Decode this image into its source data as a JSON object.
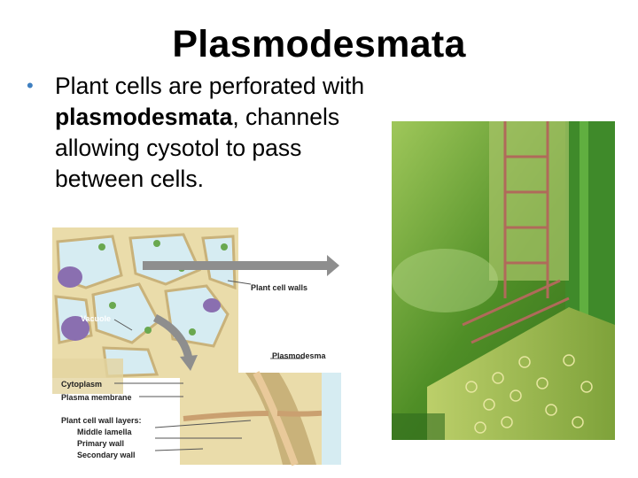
{
  "slide": {
    "title": "Plasmodesmata",
    "bullet": {
      "part1": "Plant cells are perforated with ",
      "bold": "plasmodesmata",
      "part2": ", channels allowing cysotol to pass between cells."
    }
  },
  "diagram": {
    "labels": {
      "cell_walls": "Plant cell walls",
      "vacuole": "Vacuole",
      "plasmodesma": "Plasmodesma",
      "cytoplasm": "Cytoplasm",
      "plasma_membrane": "Plasma membrane",
      "wall_layers": "Plant cell wall layers:",
      "middle_lamella": "Middle lamella",
      "primary_wall": "Primary wall",
      "secondary_wall": "Secondary wall"
    }
  },
  "colors": {
    "bullet": "#3f7fc0",
    "cell_wall": "#eadcaa",
    "cytoplasm": "#d6ecf2",
    "vacuole": "#8a6fb0",
    "arrow": "#8e8e8e",
    "render_green": "#5f9a2c"
  }
}
